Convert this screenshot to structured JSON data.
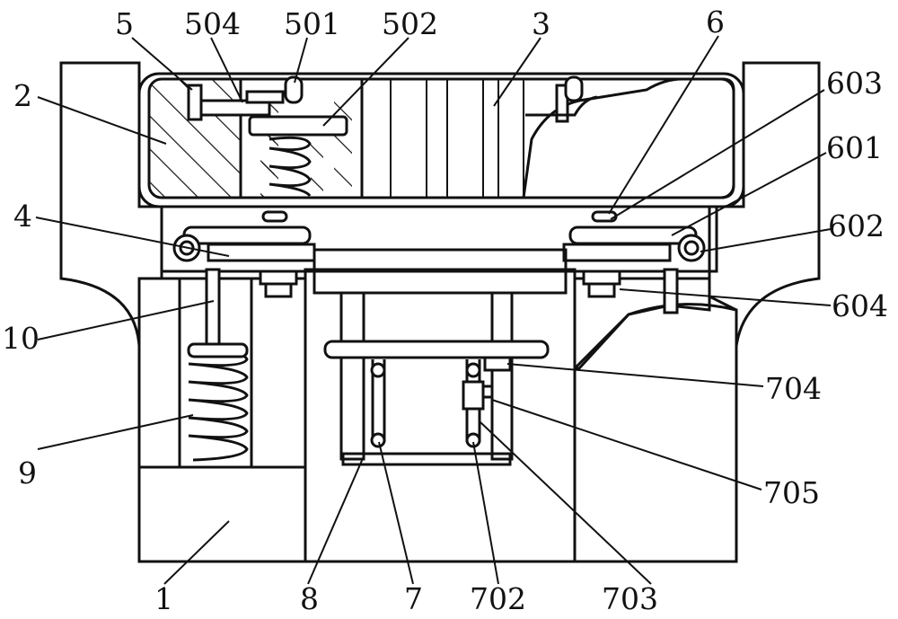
{
  "labels": {
    "l1": "1",
    "l2": "2",
    "l3": "3",
    "l4": "4",
    "l5": "5",
    "l6": "6",
    "l7": "7",
    "l8": "8",
    "l9": "9",
    "l10": "10",
    "l501": "501",
    "l502": "502",
    "l504": "504",
    "l601": "601",
    "l602": "602",
    "l603": "603",
    "l604": "604",
    "l702": "702",
    "l703": "703",
    "l704": "704",
    "l705": "705"
  },
  "colors": {
    "line": "#111111",
    "background": "#ffffff"
  }
}
